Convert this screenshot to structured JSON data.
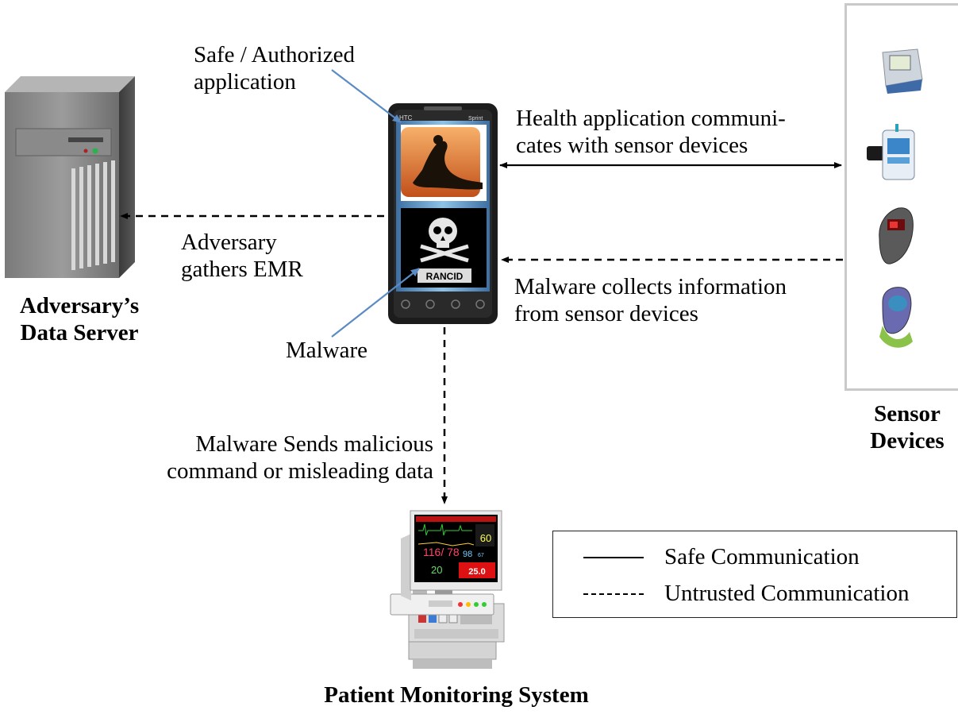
{
  "labels": {
    "safe_app": [
      "Safe / Authorized",
      "application"
    ],
    "health_comm": [
      "Health application communi-",
      "cates with sensor devices"
    ],
    "adversary_gathers": [
      "Adversary",
      "gathers EMR"
    ],
    "malware_collects": [
      "Malware collects information",
      "from sensor devices"
    ],
    "malware": "Malware",
    "malware_sends": [
      "Malware Sends malicious",
      "command or misleading data"
    ],
    "adversary_server": [
      "Adversary’s",
      "Data Server"
    ],
    "sensor_devices": [
      "Sensor",
      "Devices"
    ],
    "patient_monitoring": "Patient Monitoring System"
  },
  "phone": {
    "brand": "HTC",
    "carrier": "Sprint",
    "malware_app_text": "RANCID"
  },
  "monitor": {
    "bp": "116/ 78",
    "hr": "60",
    "spo2": "98",
    "spo2_small": "67",
    "resp": "20",
    "temp": "25.0"
  },
  "legend": {
    "safe": "Safe Communication",
    "untrusted": "Untrusted Communication"
  },
  "colors": {
    "pointer_arrow": "#5b8bc4",
    "line": "#000000",
    "sensor_border": "#c9c9c9"
  },
  "icons": [
    "server-icon",
    "smartphone-icon",
    "yoga-app-icon",
    "skull-malware-icon",
    "blood-pressure-monitor-icon",
    "glucose-meter-icon",
    "pulse-oximeter-icon",
    "wrist-monitor-icon",
    "patient-monitor-icon"
  ]
}
